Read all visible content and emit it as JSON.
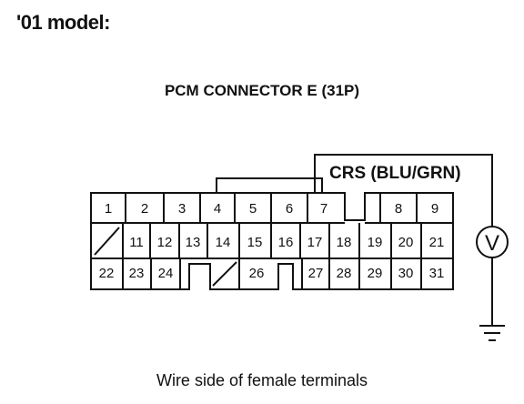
{
  "header": {
    "model_label": "'01 model:",
    "connector_title": "PCM CONNECTOR E (31P)"
  },
  "diagram": {
    "wire_label": "CRS (BLU/GRN)",
    "caption": "Wire side of female terminals",
    "meter_symbol": "V",
    "ground_icon": "ground-symbol",
    "terminals_row1": [
      "1",
      "2",
      "3",
      "4",
      "5",
      "6",
      "7",
      "",
      "8",
      "9"
    ],
    "terminals_row2": [
      "",
      "11",
      "12",
      "13",
      "14",
      "15",
      "16",
      "17",
      "18",
      "19",
      "20",
      "21"
    ],
    "terminals_row3": [
      "22",
      "23",
      "24",
      "",
      "",
      "26",
      "",
      "27",
      "28",
      "29",
      "30",
      "31"
    ]
  }
}
